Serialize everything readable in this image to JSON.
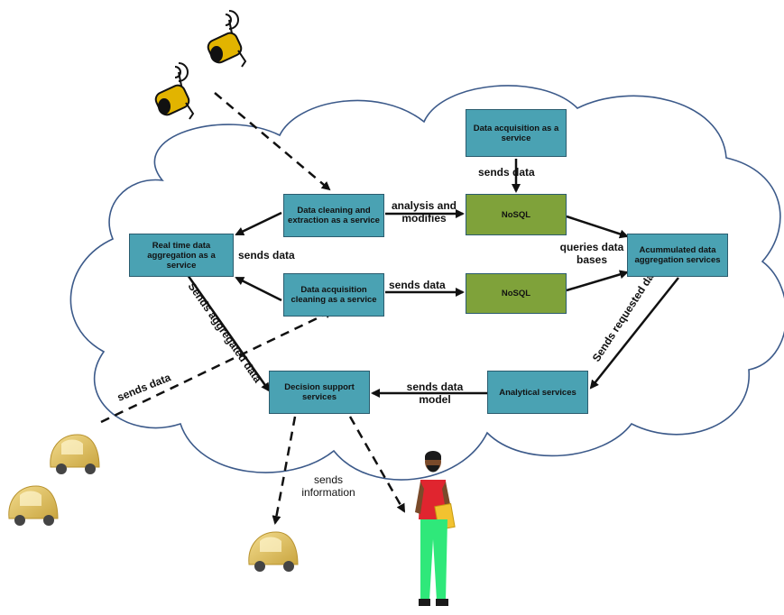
{
  "nodes": {
    "acq_service": "Data acquisition as a service",
    "cleaning": "Data cleaning and extraction as a service",
    "nosql_top": "NoSQL",
    "realtime": "Real time data aggregation as a service",
    "acq_cleaning": "Data acquisition cleaning as a service",
    "nosql_bottom": "NoSQL",
    "accumulated": "Acummulated data aggregation services",
    "decision": "Decision support services",
    "analytical": "Analytical services"
  },
  "edges": {
    "sends_data_top": "sends data",
    "analysis_modifies": "analysis and modifies",
    "sends_data_left": "sends data",
    "sends_data_mid": "sends data",
    "queries": "queries data bases",
    "sends_aggregated": "Sends aggregated data",
    "sends_requested": "Sends requested data",
    "sends_data_model": "sends data model",
    "sends_data_cars": "sends data",
    "sends_information": "sends information"
  },
  "colors": {
    "cloud_stroke": "#3c5a8a",
    "service_box": "#4aa2b3",
    "db_box": "#7fa23a",
    "car": "#e8c96a",
    "camera": "#e2b400",
    "person_shirt": "#e0252f",
    "person_pants": "#2fe87a"
  },
  "icons": [
    "security-camera-icon",
    "car-icon",
    "person-icon"
  ]
}
